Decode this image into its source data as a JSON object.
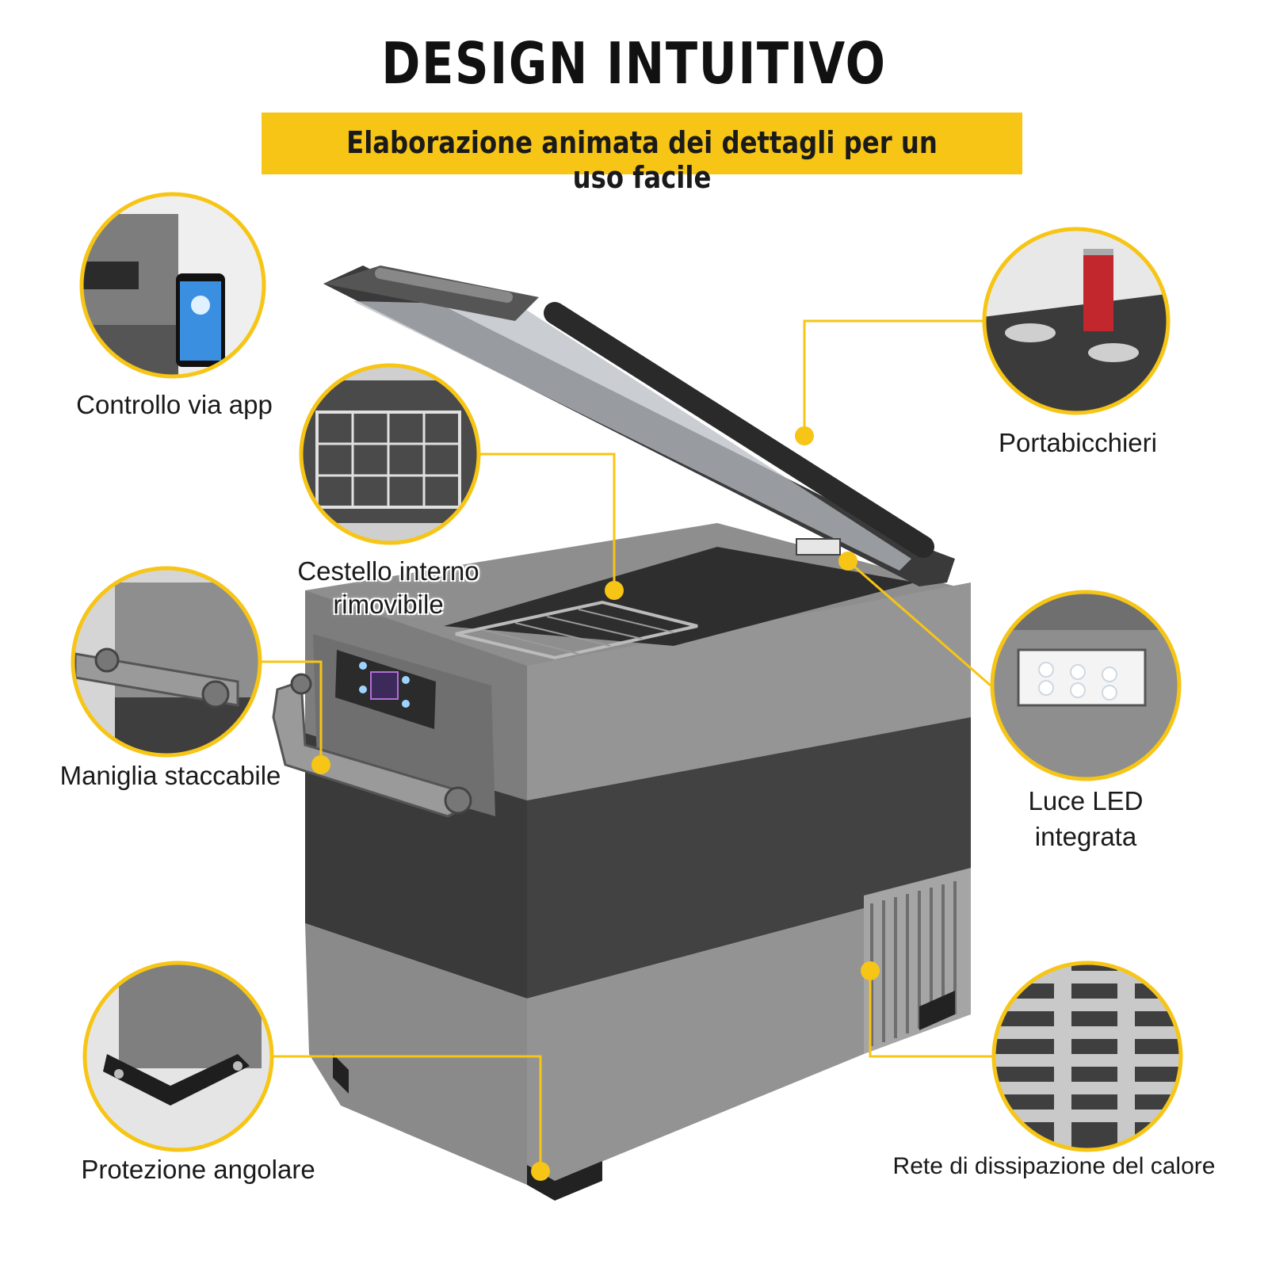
{
  "header": {
    "title": "DESIGN INTUITIVO",
    "subtitle": "Elaborazione animata dei dettagli per un uso facile"
  },
  "features": {
    "app_control": "Controllo via app",
    "cup_holder": "Portabicchieri",
    "basket_line1": "Cestello interno",
    "basket_line2": "rimovibile",
    "handle": "Maniglia staccabile",
    "led_line1": "Luce LED",
    "led_line2": "integrata",
    "corner": "Protezione angolare",
    "vent": "Rete di dissipazione del calore"
  },
  "colors": {
    "accent": "#f6c515",
    "body_light": "#8c8c8c",
    "body_dark": "#3e3e3e"
  }
}
